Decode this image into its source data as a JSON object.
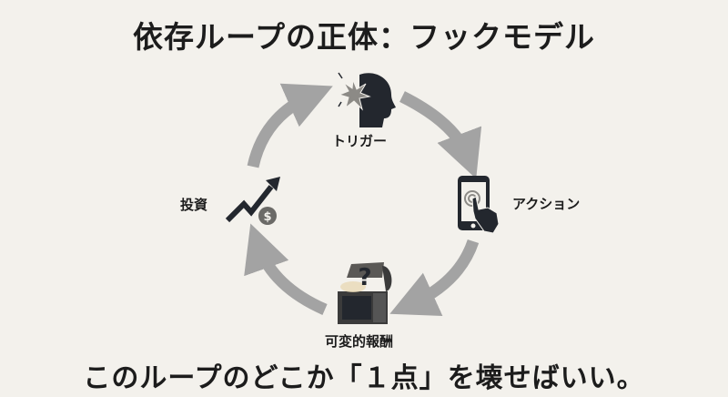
{
  "title": "依存ループの正体：フックモデル",
  "steps": {
    "trigger": "トリガー",
    "action": "アクション",
    "reward": "可変的報酬",
    "investment": "投資"
  },
  "footer": "このループのどこか「１点」を壊せばいい。",
  "colors": {
    "background": "#f3f1ec",
    "arrow": "#a3a3a3",
    "icon": "#23272e"
  }
}
